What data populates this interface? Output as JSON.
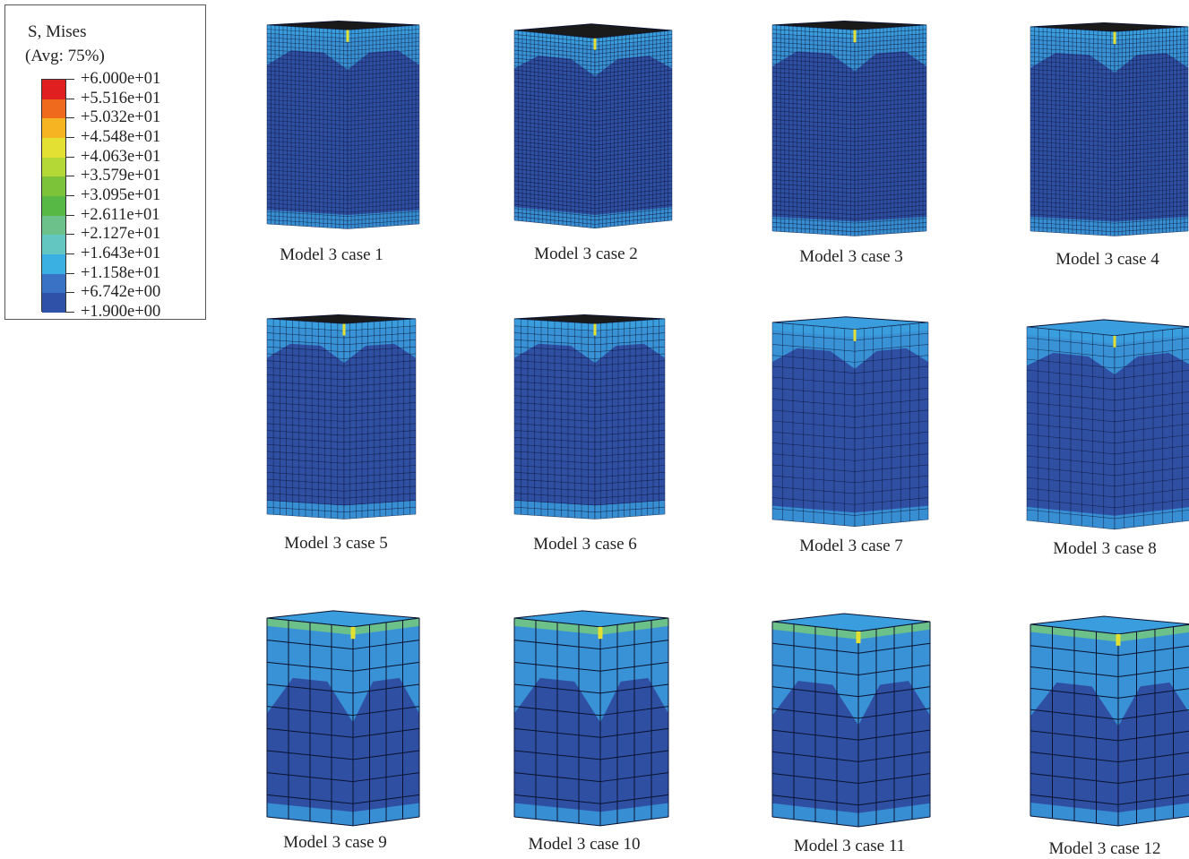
{
  "legend": {
    "title": "S, Mises",
    "subtitle": "(Avg: 75%)",
    "values": [
      "+6.000e+01",
      "+5.516e+01",
      "+5.032e+01",
      "+4.548e+01",
      "+4.063e+01",
      "+3.579e+01",
      "+3.095e+01",
      "+2.611e+01",
      "+2.127e+01",
      "+1.643e+01",
      "+1.158e+01",
      "+6.742e+00",
      "+1.900e+00"
    ],
    "colors": [
      "#e02020",
      "#f06a1e",
      "#f6b322",
      "#e3e033",
      "#b4d835",
      "#7cc33a",
      "#57b845",
      "#6cc089",
      "#63c6c1",
      "#3ab0e2",
      "#3a72c6",
      "#2f51a8"
    ]
  },
  "models": [
    {
      "label": "Model 3 case 1"
    },
    {
      "label": "Model 3 case 2"
    },
    {
      "label": "Model 3 case 3"
    },
    {
      "label": "Model 3 case 4"
    },
    {
      "label": "Model 3 case 5"
    },
    {
      "label": "Model 3 case 6"
    },
    {
      "label": "Model 3 case 7"
    },
    {
      "label": "Model 3 case 8"
    },
    {
      "label": "Model 3 case 9"
    },
    {
      "label": "Model 3 case 10"
    },
    {
      "label": "Model 3 case 11"
    },
    {
      "label": "Model 3 case 12"
    }
  ],
  "colors": {
    "mesh_line": "#0b1230",
    "low_stress": "#2f4fa3",
    "mid_stress": "#3a9ede",
    "high_stress": "#6cc089",
    "edge_hot": "#e3e033",
    "top_face_dark": "#1a1a1a"
  }
}
